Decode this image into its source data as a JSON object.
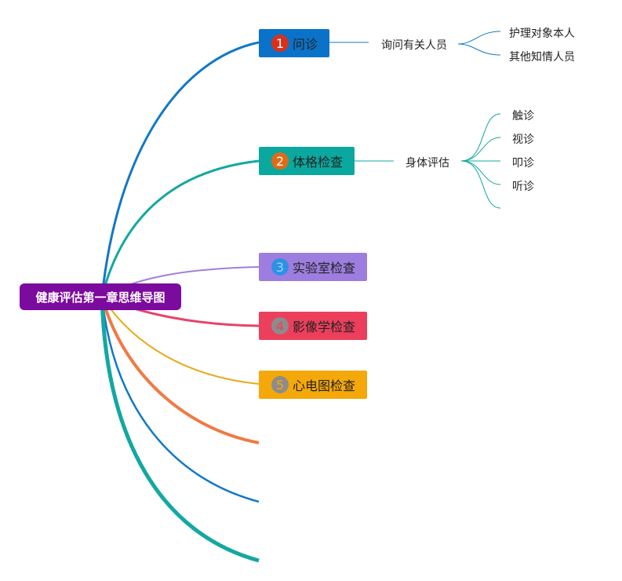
{
  "root": {
    "label": "健康评估第一章思维导图"
  },
  "topics": [
    {
      "num": "1",
      "label": "问诊",
      "color": "#0a72c8",
      "badge": "#d8311b",
      "badge_text": "#ffffff",
      "line": "#1278c6"
    },
    {
      "num": "2",
      "label": "体格检查",
      "color": "#0aa89e",
      "badge": "#e26a15",
      "badge_text": "#ffffff",
      "line": "#13a8a0"
    },
    {
      "num": "3",
      "label": "实验室检查",
      "color": "#9d7ddf",
      "badge": "#2d92e3",
      "badge_text": "#2d92e3",
      "line": "#a080da"
    },
    {
      "num": "4",
      "label": "影像学检查",
      "color": "#ec3f5c",
      "badge": "#8c8c8c",
      "badge_text": "#ec3f5c",
      "line": "#e4456a"
    },
    {
      "num": "5",
      "label": "心电图检查",
      "color": "#f5a80a",
      "badge": "#8c8c8c",
      "badge_text": "#f5a80a",
      "line": "#e9a818"
    }
  ],
  "subtopics": {
    "wenzhen": {
      "label": "询问有关人员",
      "children": [
        "护理对象本人",
        "其他知情人员"
      ]
    },
    "tige": {
      "label": "身体评估",
      "children": [
        "触诊",
        "视诊",
        "叩诊",
        "听诊"
      ]
    }
  },
  "empty_branch_colors": [
    "#f07a45",
    "#1278c6",
    "#13a8a0"
  ]
}
